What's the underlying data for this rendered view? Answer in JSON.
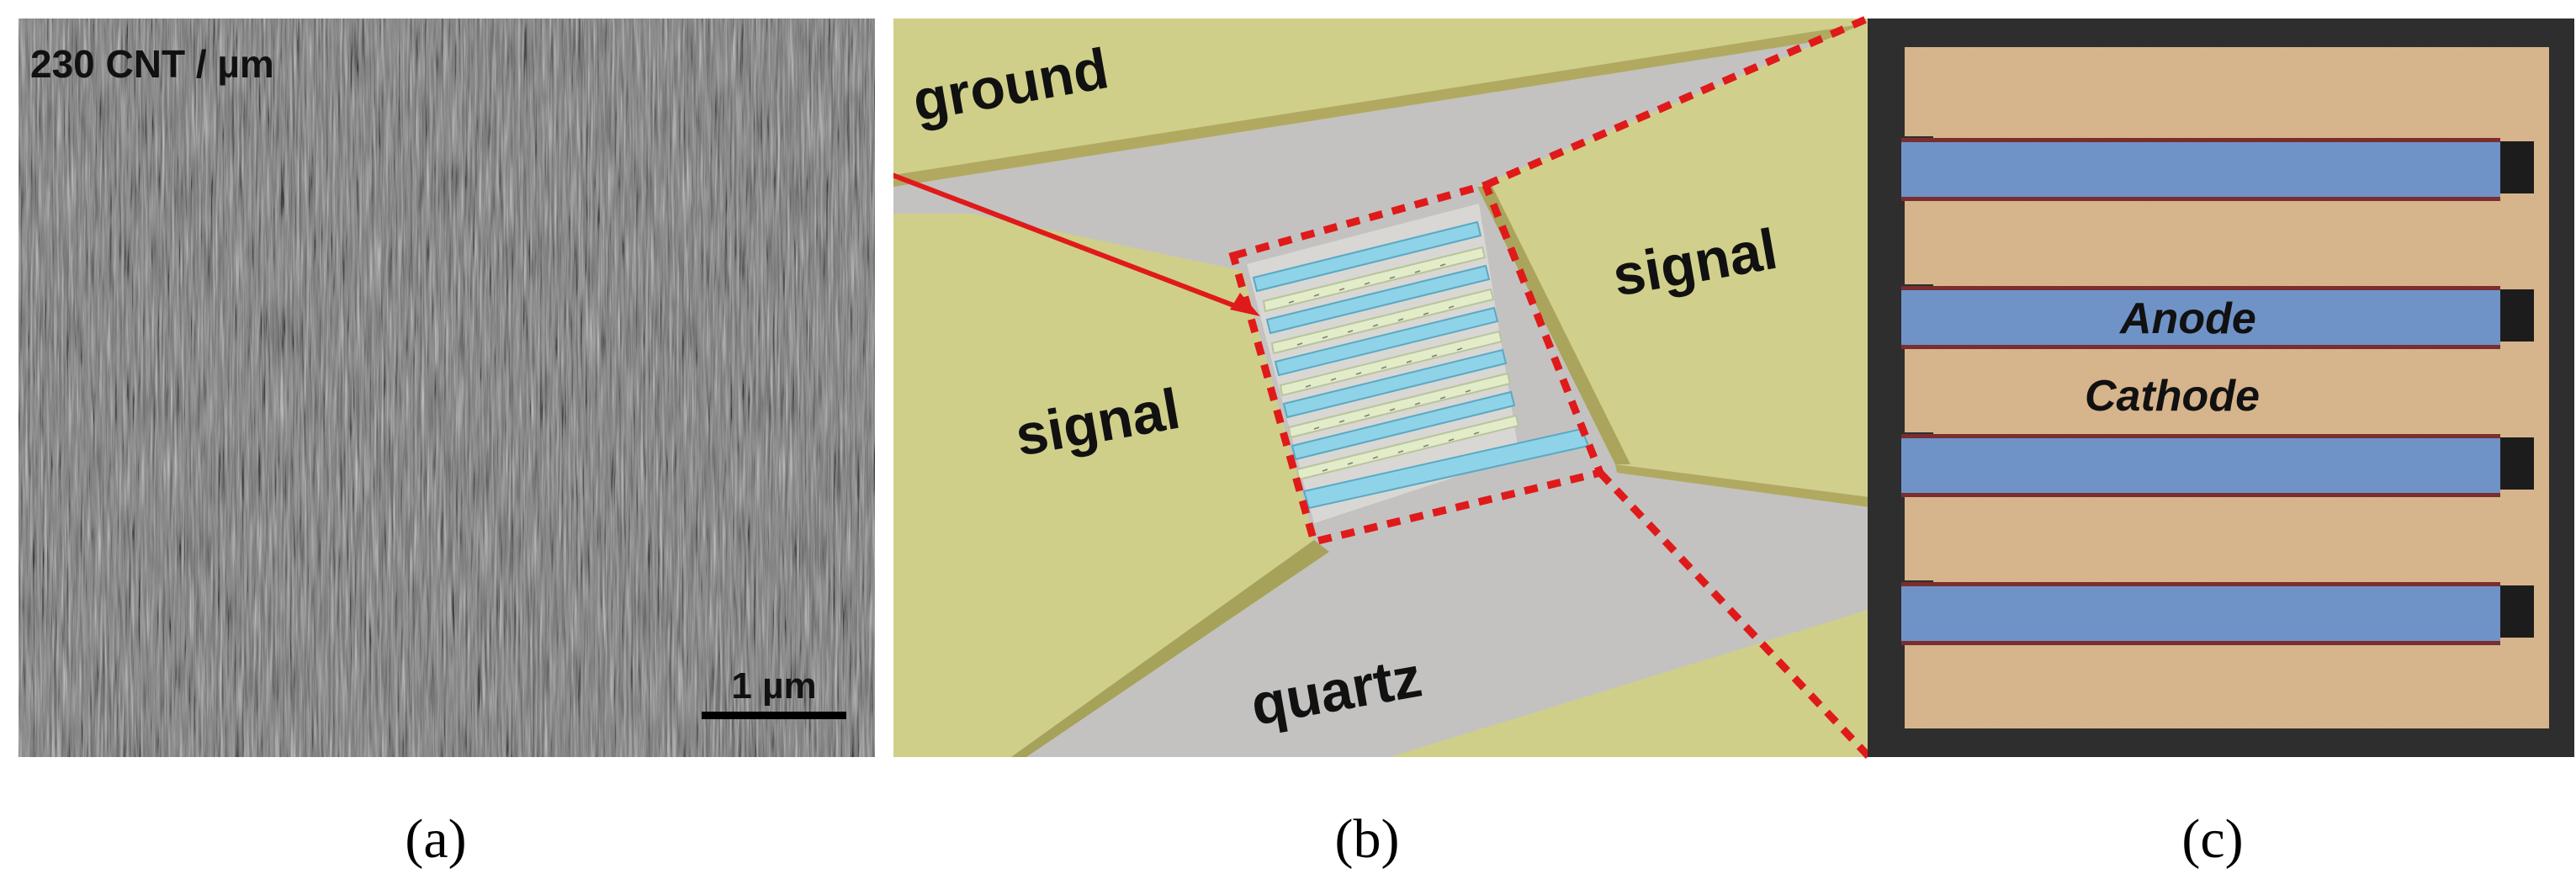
{
  "panel_a": {
    "density_label": "230 CNT / µm",
    "scale_bar_label": "1 µm",
    "caption": "(a)"
  },
  "panel_b": {
    "label_ground": "ground",
    "label_signal_left": "signal",
    "label_signal_right": "signal",
    "label_quartz": "quartz",
    "caption": "(b)"
  },
  "panel_c": {
    "label_anode": "Anode",
    "label_cathode": "Cathode",
    "caption": "(c)"
  },
  "colors": {
    "electrode_gold": "#cfcf8a",
    "quartz_gray": "#c2c1bf",
    "finger_blue": "#6f93c7",
    "cathode_tan": "#d9b48a",
    "highlight_red": "#e01a1a"
  }
}
